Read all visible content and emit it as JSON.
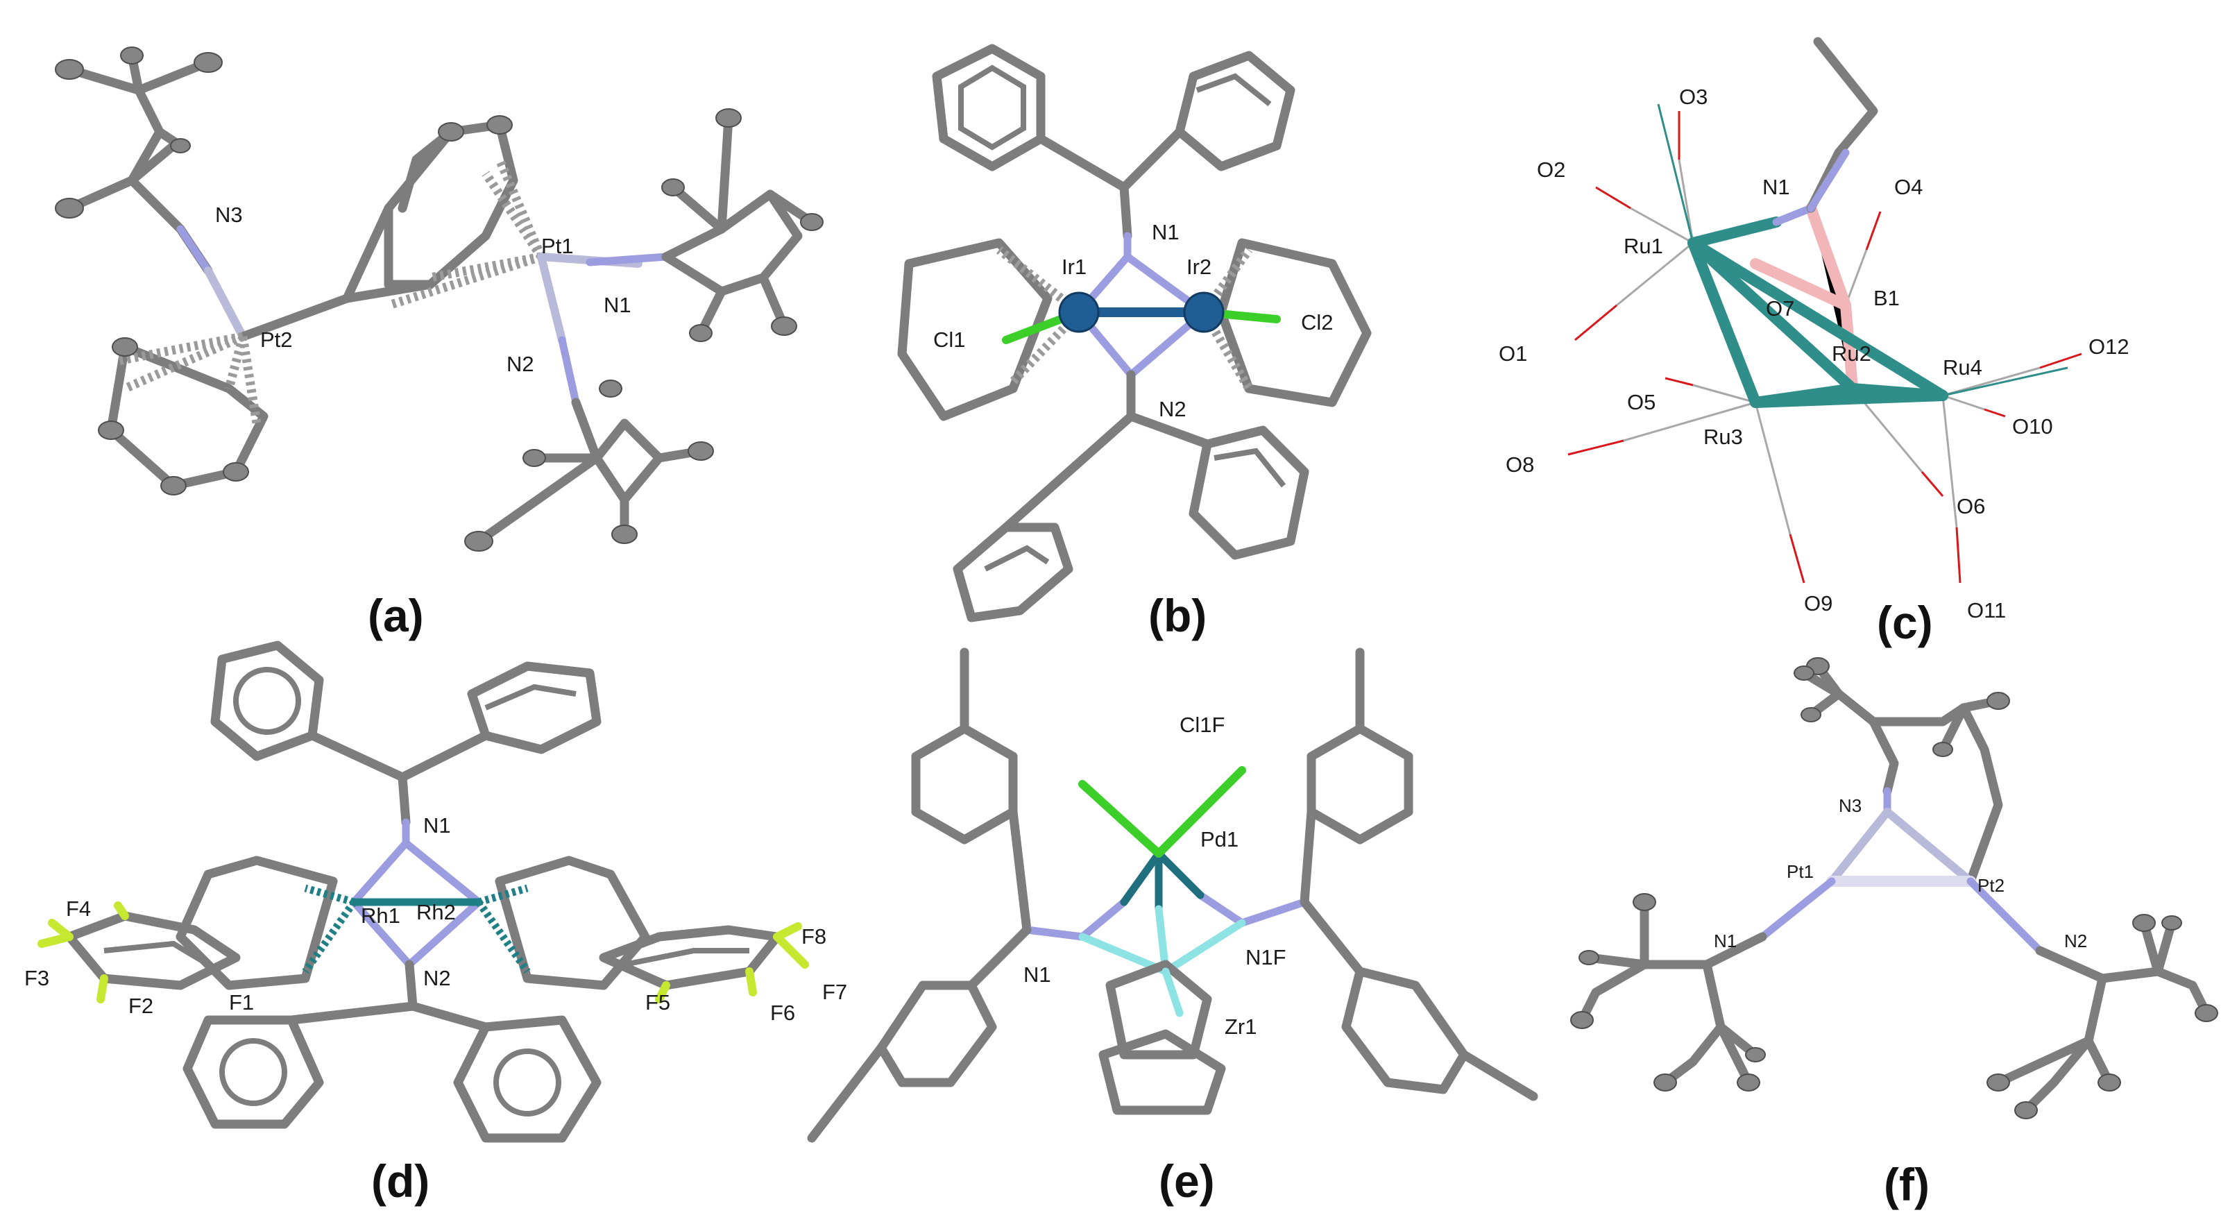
{
  "panels": {
    "a": {
      "caption": "(a)",
      "atoms": {
        "n3": "N3",
        "pt1": "Pt1",
        "pt2": "Pt2",
        "n1": "N1",
        "n2": "N2"
      }
    },
    "b": {
      "caption": "(b)",
      "atoms": {
        "n1": "N1",
        "ir1": "Ir1",
        "ir2": "Ir2",
        "cl1": "Cl1",
        "cl2": "Cl2",
        "n2": "N2"
      }
    },
    "c": {
      "caption": "(c)",
      "atoms": {
        "o3": "O3",
        "o2": "O2",
        "n1": "N1",
        "o4": "O4",
        "ru1": "Ru1",
        "b1": "B1",
        "o7": "O7",
        "ru2": "Ru2",
        "ru4": "Ru4",
        "o12": "O12",
        "o1": "O1",
        "o5": "O5",
        "ru3": "Ru3",
        "o10": "O10",
        "o8": "O8",
        "o6": "O6",
        "o9": "O9",
        "o11": "O11"
      }
    },
    "d": {
      "caption": "(d)",
      "atoms": {
        "n1": "N1",
        "rh1": "Rh1",
        "rh2": "Rh2",
        "n2": "N2",
        "f4": "F4",
        "f3": "F3",
        "f2": "F2",
        "f1": "F1",
        "f5": "F5",
        "f6": "F6",
        "f7": "F7",
        "f8": "F8"
      }
    },
    "e": {
      "caption": "(e)",
      "atoms": {
        "cl1f": "Cl1F",
        "pd1": "Pd1",
        "n1": "N1",
        "n1f": "N1F",
        "zr1": "Zr1"
      }
    },
    "f": {
      "caption": "(f)",
      "atoms": {
        "n3": "N3",
        "pt1": "Pt1",
        "pt2": "Pt2",
        "n1": "N1",
        "n2": "N2"
      }
    }
  },
  "colors": {
    "carbon": "#7d7d7d",
    "nitrogen": "#9c9ce0",
    "platinum": "#dcdcee",
    "iridium": "#1f5d93",
    "chlorine": "#3ccf2a",
    "ruthenium": "#2f8d8a",
    "boron": "#f2b5b8",
    "oxygen": "#d8171c",
    "rhodium": "#1f7f85",
    "fluorine": "#c7e830",
    "palladium": "#1f6f7f",
    "zirconium": "#8de3e3"
  }
}
